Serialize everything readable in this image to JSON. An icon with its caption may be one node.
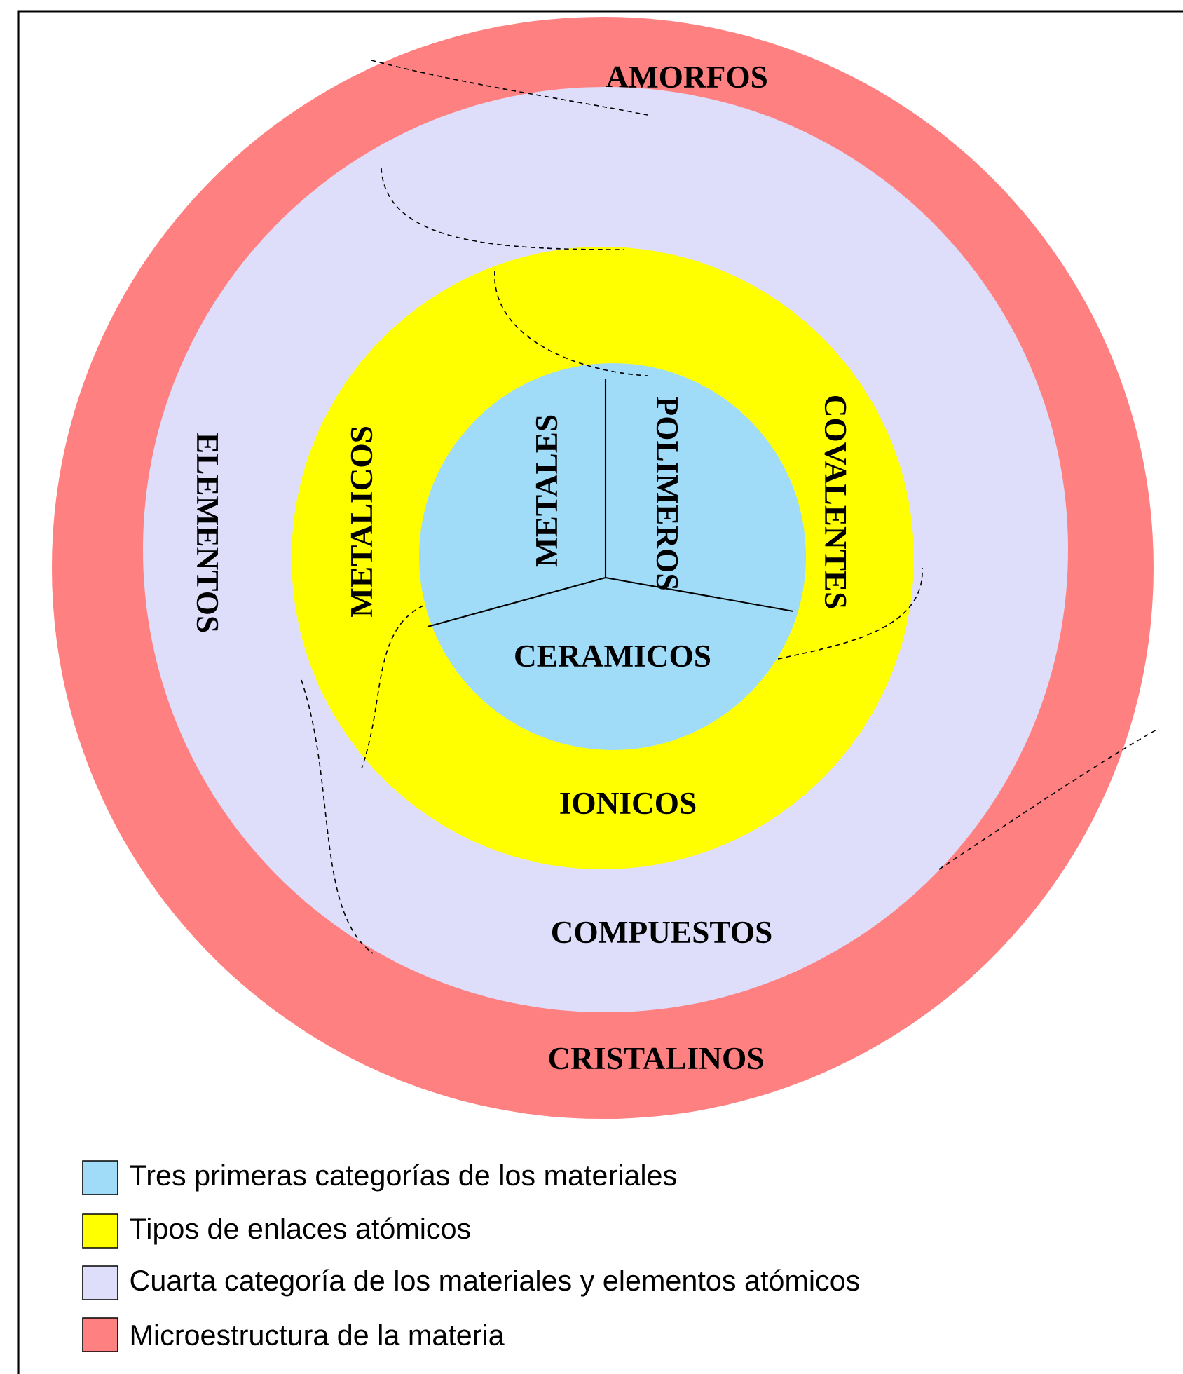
{
  "diagram": {
    "nodes": [
      {
        "text": [
          "AMORFOS",
          "CRISTALINOS"
        ]
      },
      {
        "text": [
          "ELEMENTOS",
          "COMPUESTOS"
        ],
        "in": 0
      },
      {
        "text": [
          "METALICOS",
          "COVALENTES",
          "IONICOS"
        ],
        "in": 1
      },
      {
        "text": [
          "METALES",
          "POLIMEROS",
          "CERAMICOS"
        ],
        "in": 2
      }
    ],
    "legend": [
      {
        "text": "Tres primeras categorías de los materiales",
        "color": "#a0dcf8"
      },
      {
        "text": "Tipos de enlaces atómicos",
        "color": "#ffff00"
      },
      {
        "text": "Cuarta categoría de los materiales y elementos atómicos",
        "color": "#dedefa"
      },
      {
        "text": "Microestructura de la materia",
        "color": "#ff8080"
      }
    ]
  }
}
